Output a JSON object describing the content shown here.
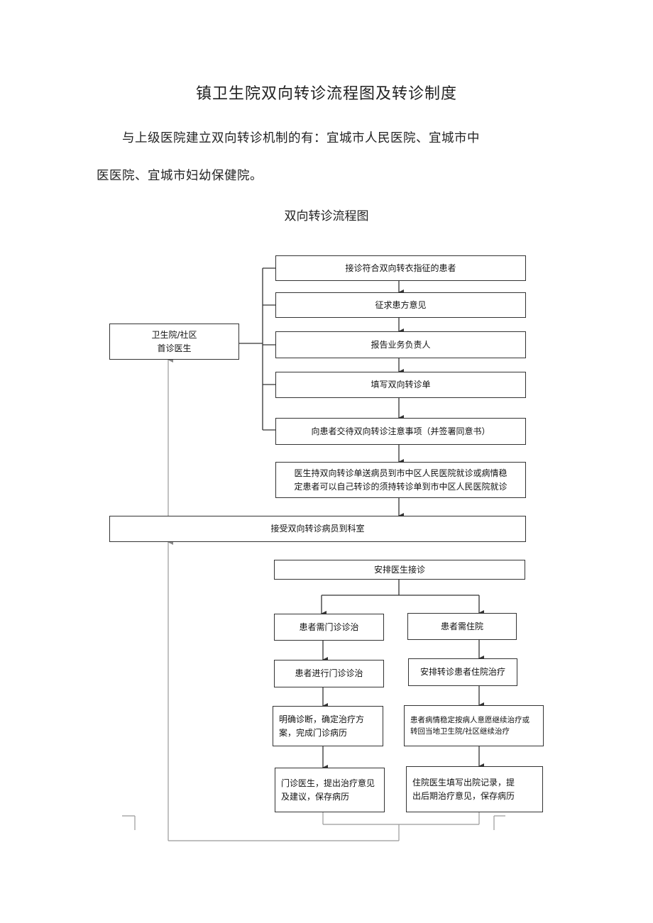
{
  "document": {
    "title": "镇卫生院双向转诊流程图及转诊制度",
    "paragraph_line1": "与上级医院建立双向转诊机制的有：宜城市人民医院、宜城市中",
    "paragraph_line2": "医医院、宜城市妇幼保健院。",
    "flowchart_title": "双向转诊流程图"
  },
  "flowchart": {
    "first_doctor_line1": "卫生院/社区",
    "first_doctor_line2": "首诊医生",
    "step1": "接诊符合双向转衣指征的患者",
    "step2": "征求患方意见",
    "step3": "报告业务负责人",
    "step4": "填写双向转诊单",
    "step5": "向患者交待双向转诊注意事项（并签署同意书）",
    "step6_line1": "医生持双向转诊单送病员到市中区人民医院就诊或病情稳",
    "step6_line2": "定患者可以自己转诊的须持转诊单到市中区人民医院就诊",
    "receive": "接受双向转诊病员到科室",
    "arrange": "安排医生接诊",
    "outpatient": {
      "need": "患者需门诊诊治",
      "treat": "患者进行门诊诊治",
      "diagnose_line1": "明确诊断，确定治疗方",
      "diagnose_line2": "案，完成门诊病历",
      "doctor_line1": "门诊医生，提出治疗意见",
      "doctor_line2": "及建议，保存病历"
    },
    "inpatient": {
      "need": "患者需住院",
      "treat": "安排转诊患者住院治疗",
      "stable_line1": "患者病情稳定按病人意愿继续治疗或",
      "stable_line2": "转回当地卫生院/社区继续治疗",
      "record_line1": "住院医生填写出院记录，提",
      "record_line2": "出后期治疗意见，保存病历"
    }
  }
}
